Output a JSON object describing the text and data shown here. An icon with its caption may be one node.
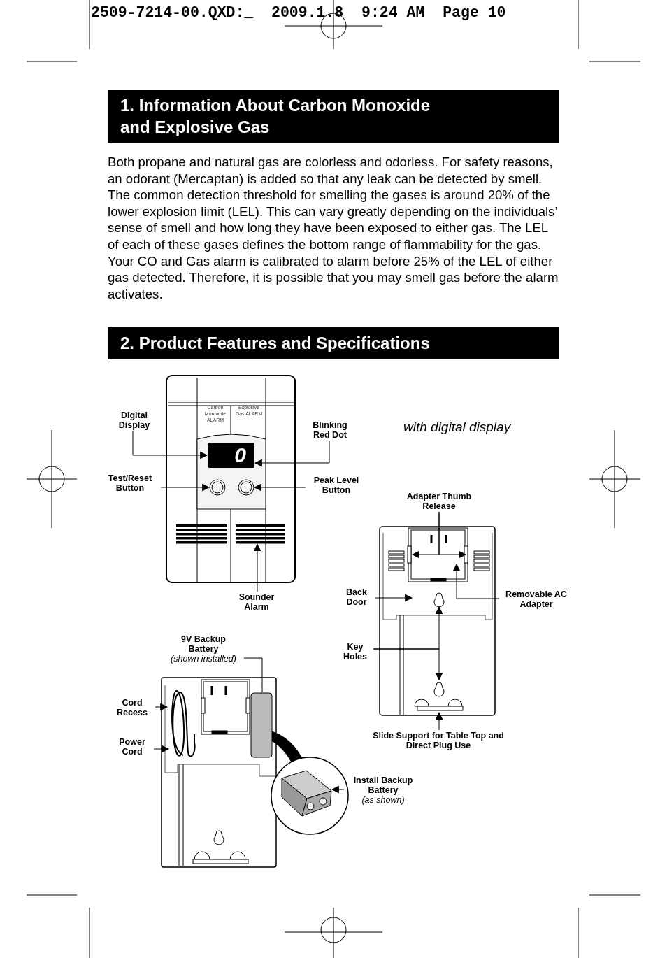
{
  "diagram": {
    "nodes": [
      {
        "text": [
          "1. Information About Carbon Monoxide and Explosive Gas"
        ]
      },
      {
        "text": [
          "2. Product Features and Specifications"
        ]
      },
      {
        "text": [
          "Digital Display"
        ]
      },
      {
        "text": [
          "Blinking Red Dot"
        ]
      },
      {
        "text": [
          "Test/Reset Button"
        ]
      },
      {
        "text": [
          "Peak Level Button"
        ]
      },
      {
        "text": [
          "Sounder Alarm"
        ]
      },
      {
        "text": [
          "Adapter Thumb Release"
        ]
      },
      {
        "text": [
          "Back Door"
        ]
      },
      {
        "text": [
          "Removable AC Adapter"
        ]
      },
      {
        "text": [
          "Key Holes"
        ]
      },
      {
        "text": [
          "Slide Support for Table Top and Direct Plug Use"
        ]
      },
      {
        "text": [
          "9V Backup Battery",
          "(shown installed)"
        ]
      },
      {
        "text": [
          "Cord Recess"
        ]
      },
      {
        "text": [
          "Power Cord"
        ]
      },
      {
        "text": [
          "Install Backup Battery",
          "(as shown)"
        ]
      },
      {
        "text": [
          "0"
        ]
      },
      {
        "text": [],
        "shape": "circle"
      },
      {
        "text": [],
        "shape": "circle"
      },
      {
        "text": [],
        "shape": "bar"
      },
      {
        "text": [],
        "shape": "picture"
      },
      {
        "text": [],
        "shape": "box"
      }
    ],
    "edges": [
      {
        "from": 2,
        "to": 16,
        "arrow": "to"
      },
      {
        "from": 3,
        "to": 16,
        "arrow": "to"
      },
      {
        "from": 4,
        "to": 17,
        "arrow": "to"
      },
      {
        "from": 5,
        "to": 18,
        "arrow": "to"
      },
      {
        "from": 6,
        "to": 19,
        "arrow": "to"
      },
      {
        "from": 7,
        "to": null,
        "arrow": "to"
      },
      {
        "from": 7,
        "to": null,
        "arrow": "to"
      },
      {
        "from": 8,
        "to": null,
        "arrow": "to"
      },
      {
        "from": 9,
        "to": null,
        "arrow": "to"
      },
      {
        "from": 10,
        "to": null,
        "arrow": "to"
      },
      {
        "from": 10,
        "to": null,
        "arrow": "to"
      },
      {
        "from": 11,
        "to": null,
        "arrow": "to"
      },
      {
        "from": 12,
        "to": 21,
        "arrow": "none"
      },
      {
        "from": 13,
        "to": null,
        "arrow": "to"
      },
      {
        "from": 14,
        "to": null,
        "arrow": "to"
      },
      {
        "from": 15,
        "to": 20,
        "arrow": "to"
      }
    ],
    "labels": [
      "2509-7214-00.QXD:_  2009.1.8  9:24 AM  Page 10",
      "Both propane and natural gas are colorless and odorless. For safety reasons, an odorant (Mercaptan) is added so that any leak can be detected by smell. The common detection threshold for smelling the gases is around 20% of the lower explosion limit (LEL). This can vary greatly depending on the individuals’ sense of smell and how long they have been exposed to either gas. The LEL of each of these gases defines the bottom range of flammability for the gas. Your CO and Gas alarm is calibrated to alarm before 25% of the LEL of either gas detected. Therefore, it is possible that you may smell gas before the alarm activates.",
      "Carbon Monoxide ALARM",
      "Explosive Gas ALARM",
      "with digital display"
    ]
  }
}
